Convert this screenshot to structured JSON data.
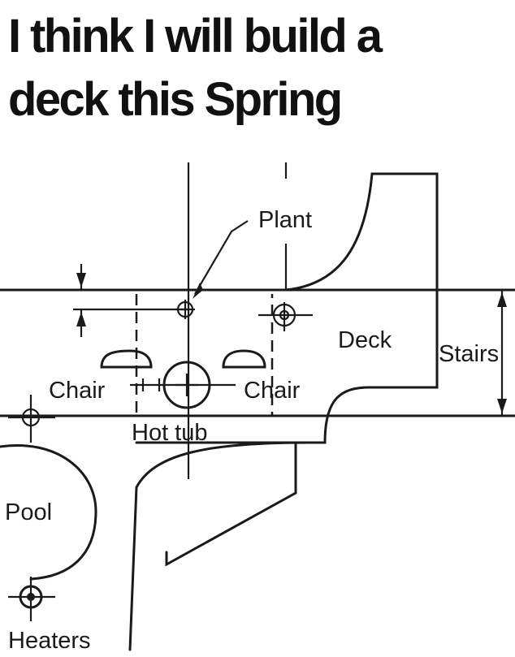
{
  "title_lines": [
    "I think I will build a",
    "deck this Spring"
  ],
  "labels": {
    "plant": "Plant",
    "deck": "Deck",
    "stairs": "Stairs",
    "chair_left": "Chair",
    "chair_right": "Chair",
    "hot_tub": "Hot tub",
    "pool": "Pool",
    "heaters": "Heaters"
  }
}
